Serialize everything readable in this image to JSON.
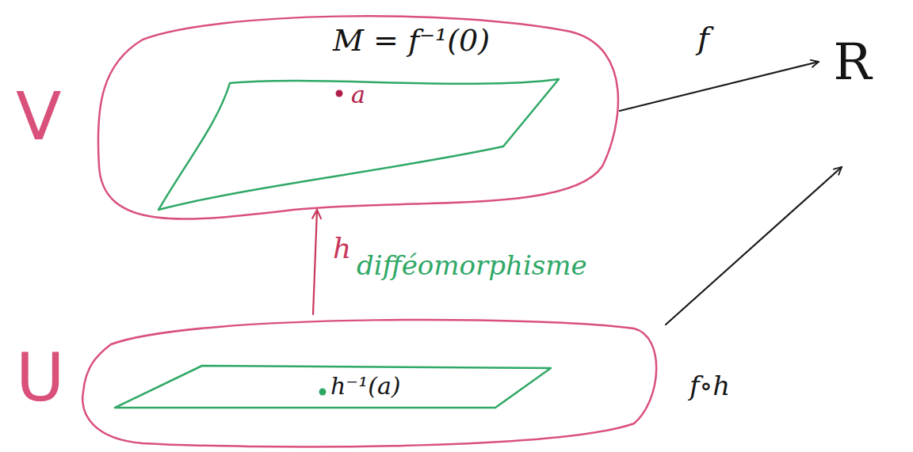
{
  "diagram": {
    "nodes": [
      {
        "text": [
          "V"
        ]
      },
      {
        "text": [
          "M = f⁻¹(0)",
          "a"
        ],
        "in": 0
      },
      {
        "text": [
          "R"
        ]
      },
      {
        "text": [
          "U"
        ]
      },
      {
        "text": [
          "h⁻¹(a)"
        ],
        "in": 3
      }
    ],
    "edges": [
      {
        "from": 3,
        "to": 0,
        "arrow": "to",
        "label": "h"
      },
      {
        "from": 0,
        "to": 2,
        "arrow": "to",
        "label": "f"
      },
      {
        "from": 3,
        "to": 2,
        "arrow": "to",
        "label": "f∘h"
      }
    ],
    "labels": [
      "difféomorphisme"
    ]
  }
}
